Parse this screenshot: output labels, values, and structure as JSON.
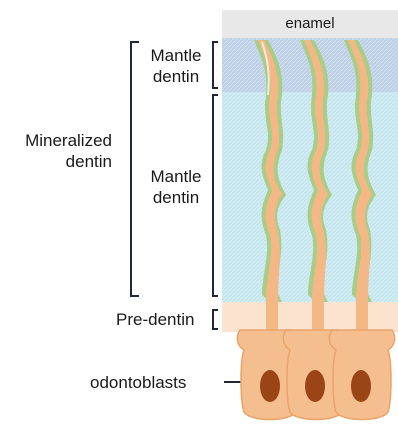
{
  "labels": {
    "enamel": "enamel",
    "mantle_dentin_top_line1": "Mantle",
    "mantle_dentin_top_line2": "dentin",
    "mineralized_line1": "Mineralized",
    "mineralized_line2": "dentin",
    "mantle_dentin_mid_line1": "Mantle",
    "mantle_dentin_mid_line2": "dentin",
    "predentin": "Pre-dentin",
    "odontoblasts": "odontoblasts"
  },
  "colors": {
    "enamel": "#e8e8e8",
    "mantle_dentin": "#bcd0e6",
    "dentin": "#c6e6ef",
    "predentin": "#fbe3d0",
    "tubule_outline": "#a9cc86",
    "process": "#f3b886",
    "cell_body": "#f5be8e",
    "cell_outline": "#e9a46a",
    "nucleus": "#9b4416",
    "bracket": "#1f2a36"
  }
}
